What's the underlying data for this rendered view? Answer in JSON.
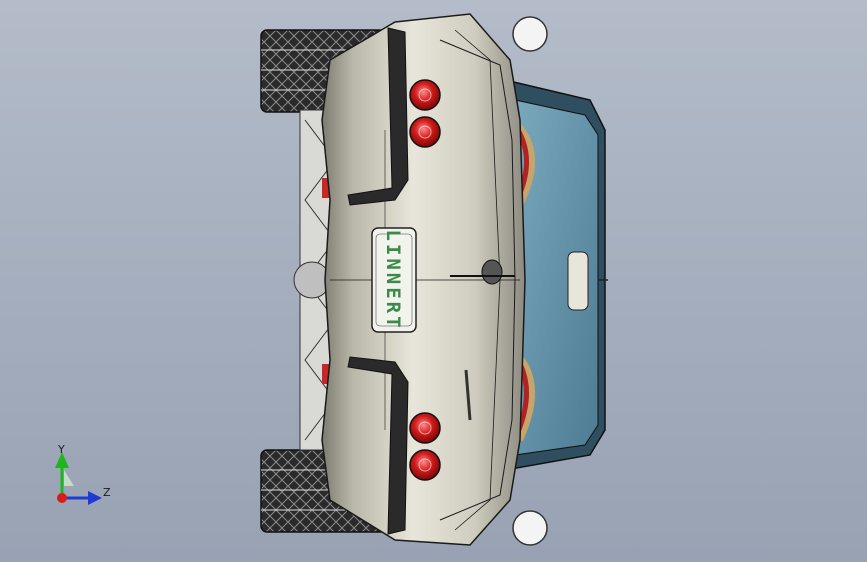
{
  "viewport": {
    "background_top": "#b4bcc9",
    "background_bottom": "#98a2b3"
  },
  "model": {
    "license_plate_text": "LINNERT",
    "body_color": "#c7c5b7",
    "taillight_color": "#d11a1a",
    "glass_color": "#5f8fa6"
  },
  "axis_triad": {
    "y_label": "Y",
    "z_label": "Z",
    "y_color": "#1fb51f",
    "z_color": "#1f3bd6",
    "x_color": "#d81b1b"
  }
}
